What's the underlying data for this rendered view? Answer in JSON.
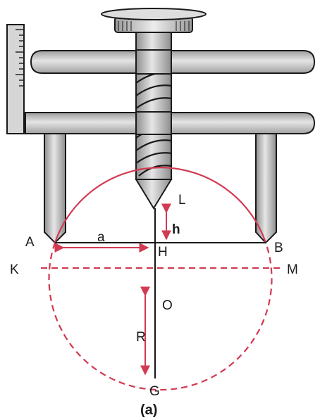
{
  "labels": {
    "L": "L",
    "h": "h",
    "A": "A",
    "a": "a",
    "H": "H",
    "B": "B",
    "K": "K",
    "M": "M",
    "O": "O",
    "R": "R",
    "G": "G"
  },
  "caption": "(a)",
  "colors": {
    "outline": "#1a1a1a",
    "metal": "#c9c9c9",
    "metal_dark": "#9a9a9a",
    "circle": "#d23a52",
    "arrow": "#d23a52"
  }
}
